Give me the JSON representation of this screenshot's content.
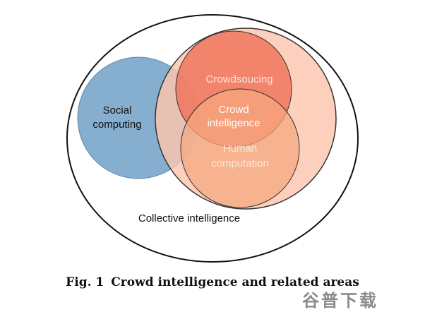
{
  "diagram": {
    "areas": {
      "collective": {
        "label": "Collective intelligence"
      },
      "social": {
        "label_line1": "Social",
        "label_line2": "computing"
      },
      "crowdsourcing": {
        "label": "Crowdsoucing"
      },
      "crowd_intelligence": {
        "label_line1": "Crowd",
        "label_line2": "intelligence"
      },
      "human_computation": {
        "label_line1": "Human",
        "label_line2": "computation"
      }
    },
    "colors": {
      "outer_stroke": "#111111",
      "social_fill": "#86aecf",
      "crowd_area_fill": "#fbc6ad",
      "crowdsourcing_fill": "#f0735a",
      "human_computation_fill": "#f5a77e"
    }
  },
  "caption": {
    "fig_no": "Fig. 1",
    "title": "Crowd intelligence and related areas"
  },
  "watermark": {
    "text": "谷普下载"
  }
}
